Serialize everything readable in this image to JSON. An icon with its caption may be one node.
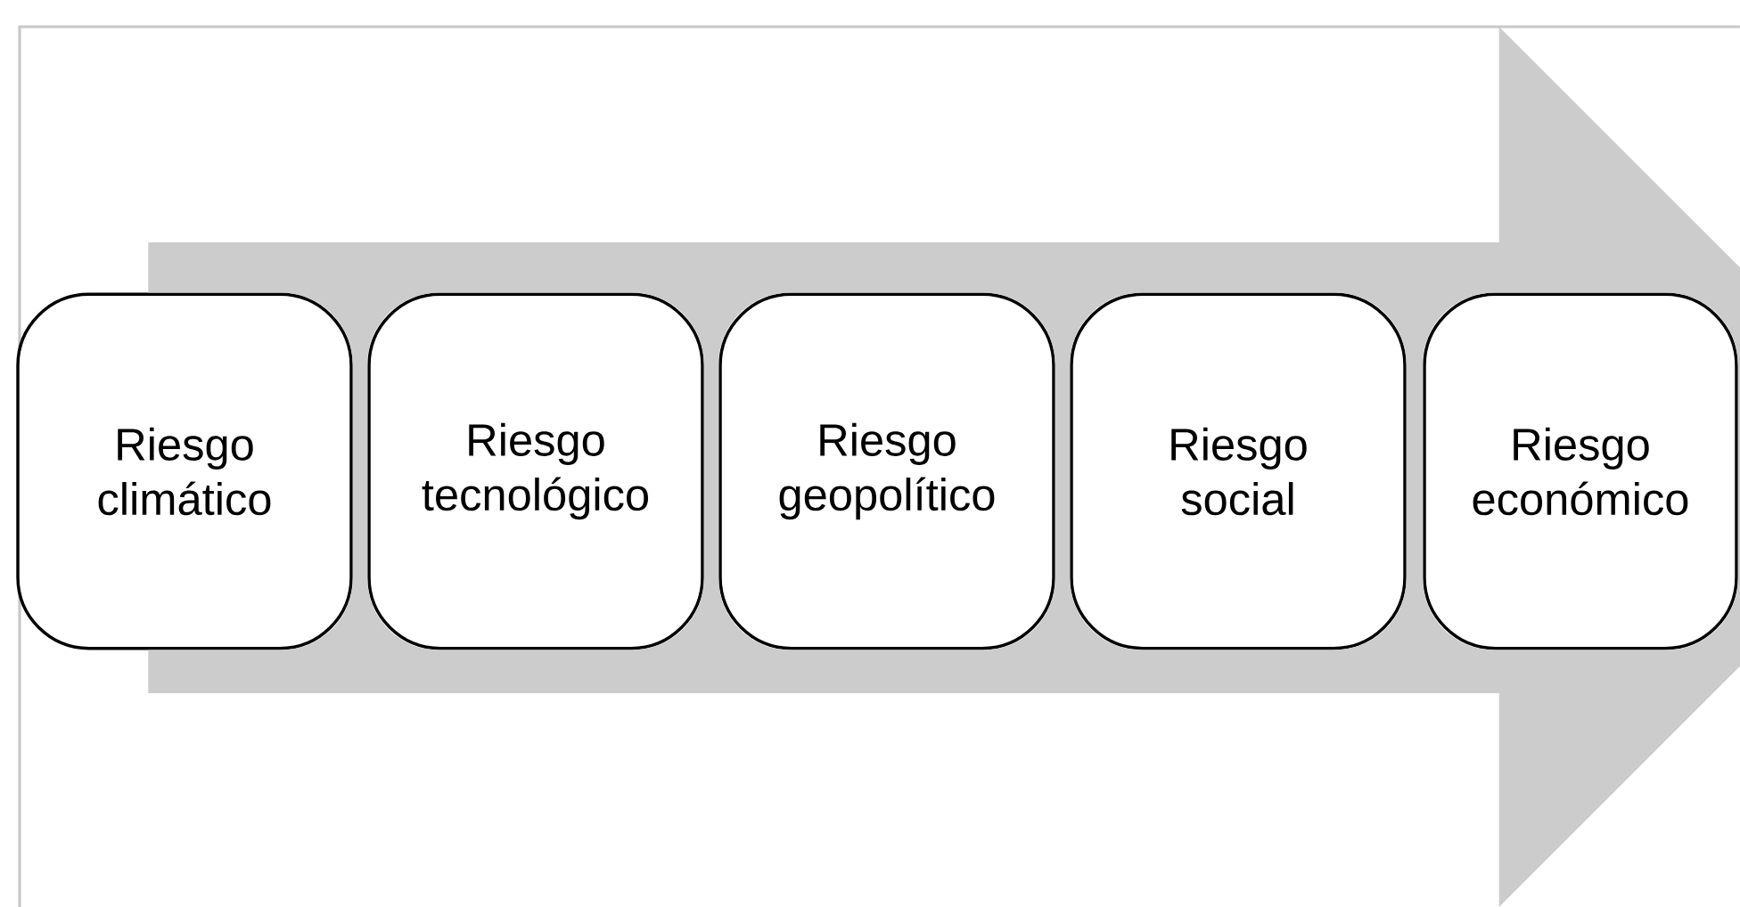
{
  "diagram": {
    "nodes": [
      {
        "text": [
          "Riesgo climático"
        ]
      },
      {
        "text": [
          "Riesgo tecnológico"
        ]
      },
      {
        "text": [
          "Riesgo geopolítico"
        ]
      },
      {
        "text": [
          "Riesgo social"
        ]
      },
      {
        "text": [
          "Riesgo económico"
        ]
      }
    ],
    "edges": [
      {
        "from": 0,
        "to": 4,
        "arrow": "to"
      }
    ]
  }
}
